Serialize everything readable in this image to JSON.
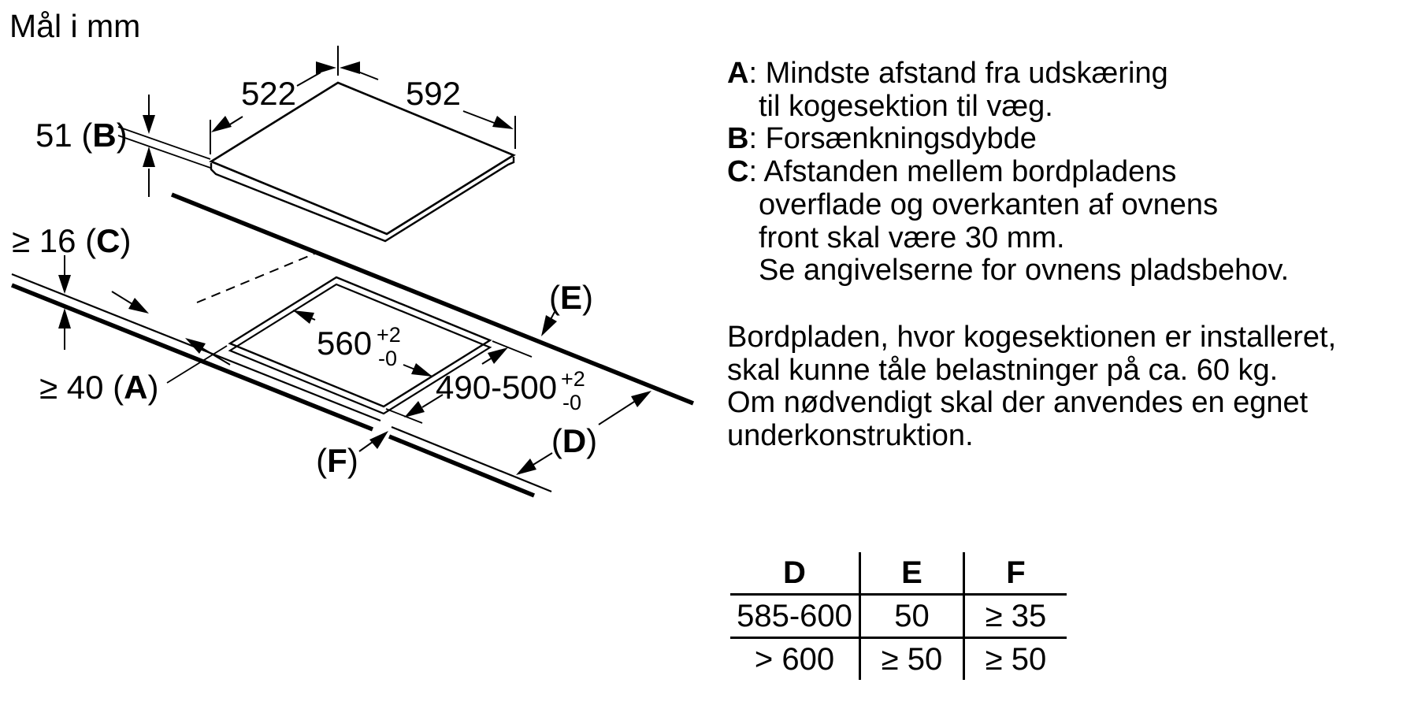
{
  "title": "Mål i mm",
  "diagram": {
    "dim_top_width": "522",
    "dim_top_length": "592",
    "dim_recess": {
      "pre": "51 (",
      "letter": "B",
      "post": ")"
    },
    "dim_worktop_thickness": {
      "pre": "≥ 16 (",
      "letter": "C",
      "post": ")"
    },
    "dim_wall_clearance": {
      "pre": "≥ 40 (",
      "letter": "A",
      "post": ")"
    },
    "dim_cutout_width": {
      "value": "560",
      "tol_plus": "+2",
      "tol_minus": "-0"
    },
    "dim_cutout_depth": {
      "value": "490-500",
      "tol_plus": "+2",
      "tol_minus": "-0"
    },
    "label_e": {
      "pre": "(",
      "letter": "E",
      "post": ")"
    },
    "label_f": {
      "pre": "(",
      "letter": "F",
      "post": ")"
    },
    "label_d": {
      "pre": "(",
      "letter": "D",
      "post": ")"
    }
  },
  "legend": [
    {
      "label": "A",
      "sep": ": ",
      "lines": [
        "Mindste afstand fra udskæring",
        "til kogesektion til væg."
      ]
    },
    {
      "label": "B",
      "sep": ": ",
      "lines": [
        "Forsænkningsdybde"
      ]
    },
    {
      "label": "C",
      "sep": ": ",
      "lines": [
        "Afstanden mellem bordpladens",
        "overflade og overkanten af ovnens",
        "front skal være 30 mm.",
        "Se angivelserne for ovnens pladsbehov."
      ]
    }
  ],
  "note_lines": [
    "Bordpladen, hvor kogesektionen er installeret,",
    "skal kunne tåle belastninger på ca. 60 kg.",
    "Om nødvendigt skal der anvendes en egnet",
    "underkonstruktion."
  ],
  "table": {
    "headers": [
      "D",
      "E",
      "F"
    ],
    "rows": [
      [
        "585-600",
        "50",
        "≥ 35"
      ],
      [
        "> 600",
        "≥ 50",
        "≥ 50"
      ]
    ]
  },
  "colors": {
    "ink": "#000000",
    "background": "#ffffff"
  }
}
